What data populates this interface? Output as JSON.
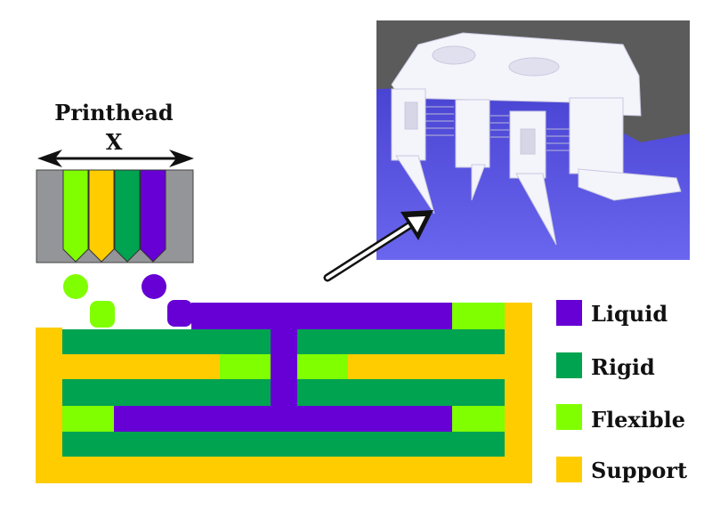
{
  "printhead": {
    "title": "Printhead",
    "axis": "X"
  },
  "legend": [
    {
      "label": "Liquid",
      "color": "#6600d4"
    },
    {
      "label": "Rigid",
      "color": "#00a350"
    },
    {
      "label": "Flexible",
      "color": "#80ff00"
    },
    {
      "label": "Support",
      "color": "#ffcc00"
    }
  ],
  "colors": {
    "head": "#939598",
    "photo_floor": "#4a43d8",
    "photo_wall": "#5b5b5b"
  }
}
